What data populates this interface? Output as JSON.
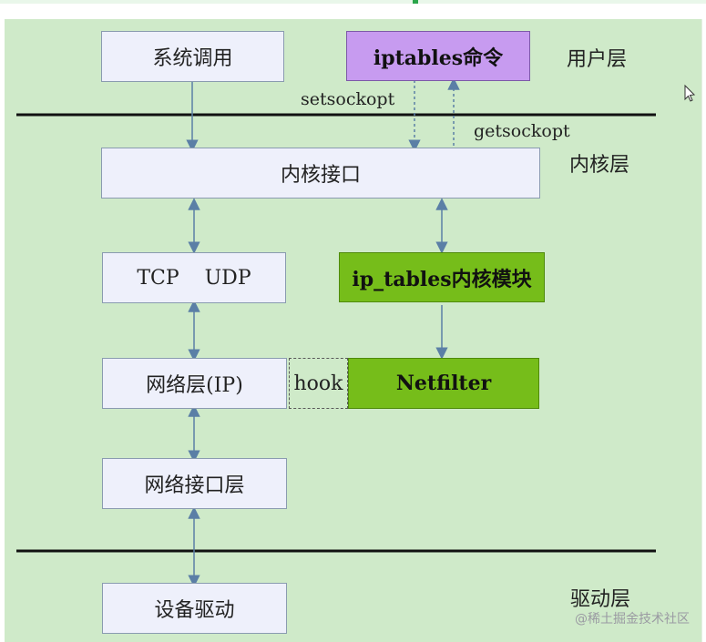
{
  "layers": {
    "user": "用户层",
    "kernel": "内核层",
    "driver": "驱动层"
  },
  "boxes": {
    "syscall": "系统调用",
    "iptables_cmd": "iptables命令",
    "kernel_interface": "内核接口",
    "tcp_udp": "TCP    UDP",
    "ip_tables_module": "ip_tables内核模块",
    "network_layer": "网络层(IP)",
    "hook": "hook",
    "netfilter": "Netfilter",
    "network_interface_layer": "网络接口层",
    "device_driver": "设备驱动"
  },
  "api_calls": {
    "setsockopt": "setsockopt",
    "getsockopt": "getsockopt"
  },
  "watermark": "@稀土掘金技术社区",
  "colors": {
    "background": "#cfeac9",
    "box_fill": "#eef0fb",
    "purple_fill": "#c79bf0",
    "green_fill": "#76bd1a",
    "arrow": "#5b7fa6"
  },
  "icons": [
    "mouse-cursor-icon"
  ]
}
